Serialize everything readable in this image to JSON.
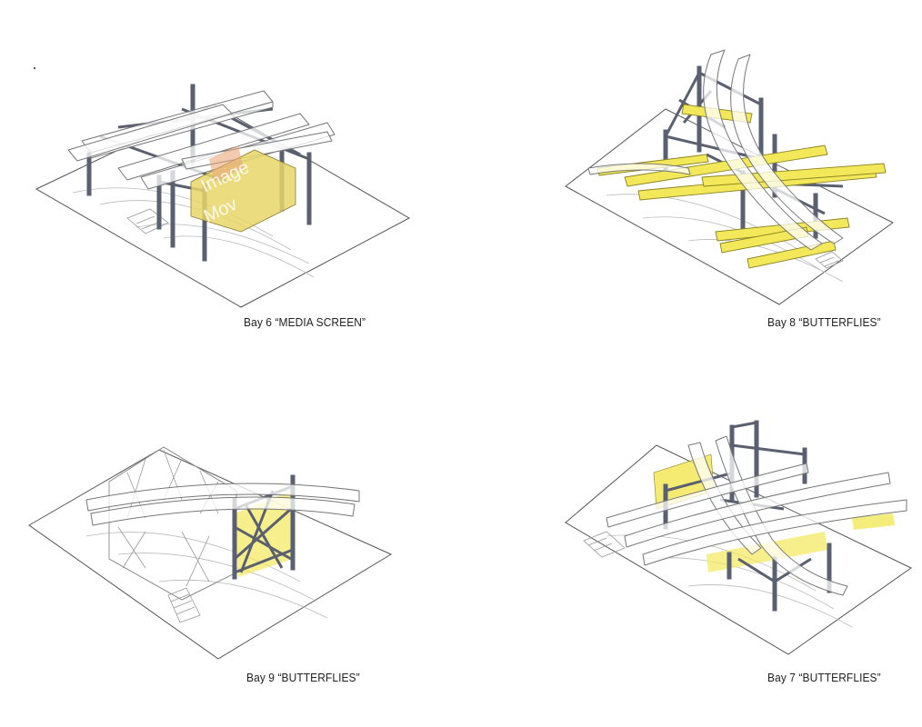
{
  "panels": [
    {
      "id": "bay6",
      "caption": "Bay 6  “MEDIA SCREEN”",
      "screen_text_top": "Image",
      "screen_text_bottom": "Mov"
    },
    {
      "id": "bay8",
      "caption": "Bay 8  “BUTTERFLIES”"
    },
    {
      "id": "bay9",
      "caption": "Bay 9  “BUTTERFLIES”"
    },
    {
      "id": "bay7",
      "caption": "Bay 7  “BUTTERFLIES”"
    }
  ],
  "colors": {
    "steel": "#5a6070",
    "highlight_yellow": "#f3e85a",
    "media_screen": "#e8d66a",
    "line": "#555555"
  }
}
